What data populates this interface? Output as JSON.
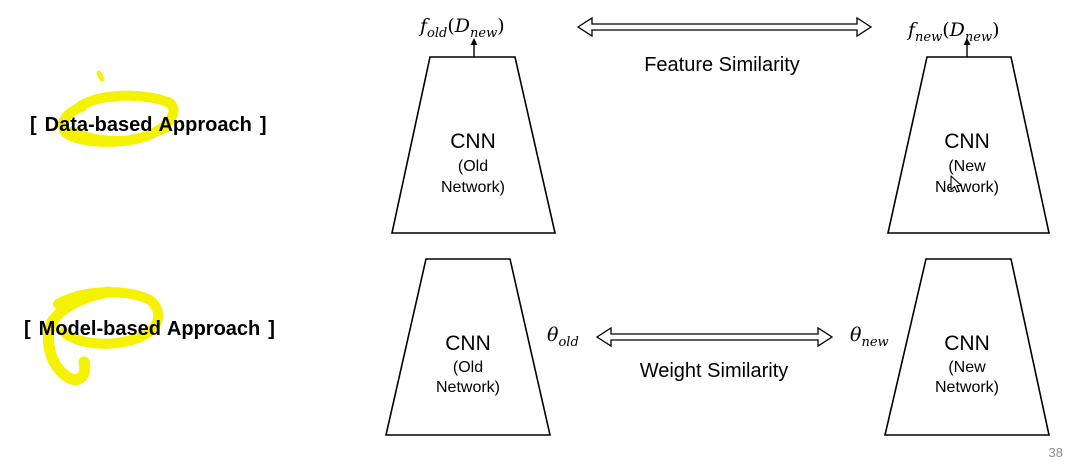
{
  "approaches": {
    "data_based": {
      "bracket_open": "[",
      "highlighted": "Data-based",
      "rest": "Approach",
      "bracket_close": "]"
    },
    "model_based": {
      "bracket_open": "[",
      "highlighted": "Model-based",
      "rest": "Approach",
      "bracket_close": "]"
    }
  },
  "top_row": {
    "old_network": {
      "title": "CNN",
      "line1": "(Old",
      "line2": "Network)"
    },
    "new_network": {
      "title": "CNN",
      "line1": "(New",
      "line2": "Network)"
    },
    "old_output": {
      "f": "f",
      "f_sub": "old",
      "open": "(",
      "D": "D",
      "D_sub": "new",
      "close": ")"
    },
    "new_output": {
      "f": "f",
      "f_sub": "new",
      "open": "(",
      "D": "D",
      "D_sub": "new",
      "close": ")"
    },
    "similarity_label": "Feature Similarity"
  },
  "bottom_row": {
    "old_network": {
      "title": "CNN",
      "line1": "(Old",
      "line2": "Network)"
    },
    "new_network": {
      "title": "CNN",
      "line1": "(New",
      "line2": "Network)"
    },
    "old_weights": {
      "theta": "θ",
      "sub": "old"
    },
    "new_weights": {
      "theta": "θ",
      "sub": "new"
    },
    "similarity_label": "Weight Similarity"
  },
  "page_number": "38",
  "colors": {
    "highlight": "#f5f200",
    "stroke": "#000000",
    "page_number": "#8a8a8a"
  }
}
